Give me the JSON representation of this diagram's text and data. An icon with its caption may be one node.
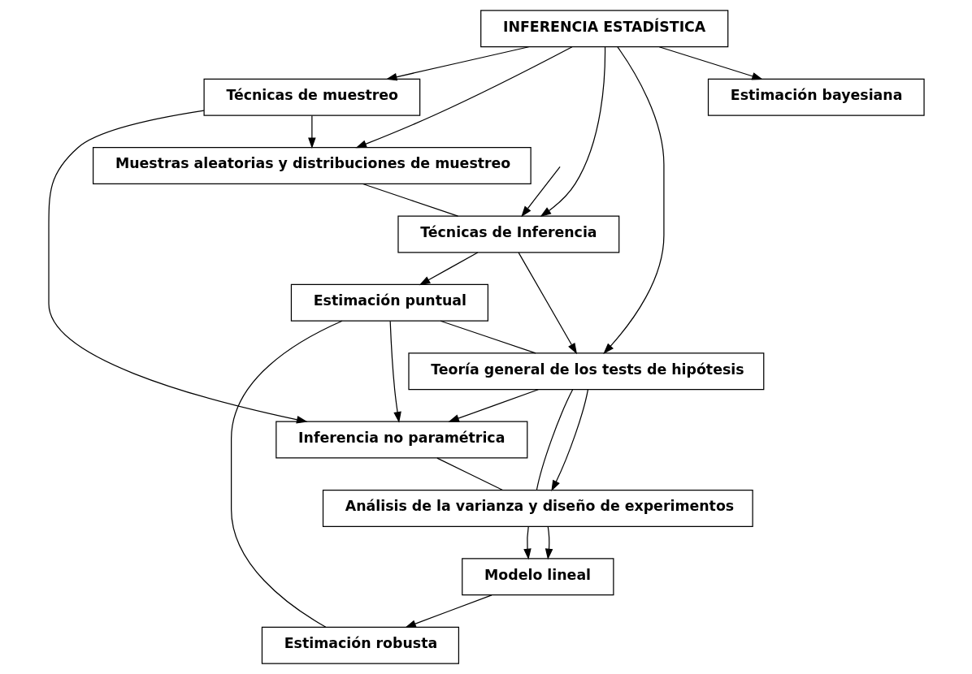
{
  "diagram": {
    "nodes": [
      {
        "text": [
          "INFERENCIA ESTADÍSTICA"
        ]
      },
      {
        "text": [
          "Técnicas de muestreo"
        ]
      },
      {
        "text": [
          "Muestras aleatorias y distribuciones de muestreo"
        ]
      },
      {
        "text": [
          "Técnicas de Inferencia"
        ]
      },
      {
        "text": [
          "Estimación puntual"
        ]
      },
      {
        "text": [
          "Teoría general de los tests de hipótesis"
        ]
      },
      {
        "text": [
          "Inferencia no paramétrica"
        ]
      },
      {
        "text": [
          "Análisis de la varianza y diseño de experimentos"
        ]
      },
      {
        "text": [
          "Modelo lineal"
        ]
      },
      {
        "text": [
          "Estimación robusta"
        ]
      },
      {
        "text": [
          "Estimación bayesiana"
        ]
      }
    ],
    "edges": [
      {
        "from": 0,
        "to": 1,
        "arrow": "to"
      },
      {
        "from": 0,
        "to": 10,
        "arrow": "to"
      },
      {
        "from": 0,
        "to": 5,
        "arrow": "to"
      },
      {
        "from": 0,
        "to": 3,
        "arrow": "to"
      },
      {
        "from": 0,
        "to": 2,
        "arrow": "to"
      },
      {
        "from": 1,
        "to": 2,
        "arrow": "to"
      },
      {
        "from": 1,
        "to": 6,
        "arrow": "to"
      },
      {
        "from": 2,
        "to": 3,
        "arrow": "none"
      },
      {
        "from": null,
        "to": 3,
        "arrow": "to"
      },
      {
        "from": 3,
        "to": 4,
        "arrow": "to"
      },
      {
        "from": 3,
        "to": 5,
        "arrow": "to"
      },
      {
        "from": 4,
        "to": 5,
        "arrow": "none"
      },
      {
        "from": 4,
        "to": 9,
        "arrow": "none"
      },
      {
        "from": 4,
        "to": 6,
        "arrow": "to"
      },
      {
        "from": 5,
        "to": 6,
        "arrow": "to"
      },
      {
        "from": 5,
        "to": 7,
        "arrow": "none"
      },
      {
        "from": 5,
        "to": 7,
        "arrow": "to"
      },
      {
        "from": 6,
        "to": 7,
        "arrow": "none"
      },
      {
        "from": 7,
        "to": 8,
        "arrow": "to"
      },
      {
        "from": 7,
        "to": 8,
        "arrow": "to"
      },
      {
        "from": 8,
        "to": 9,
        "arrow": "to"
      }
    ]
  }
}
